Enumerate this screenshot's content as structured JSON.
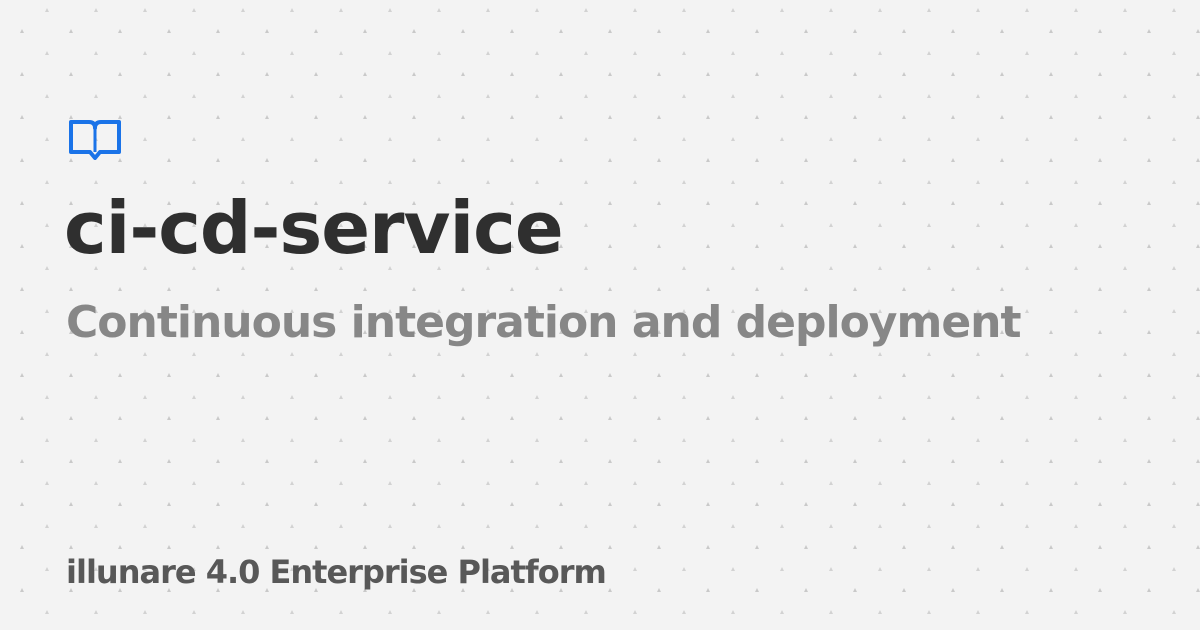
{
  "card": {
    "icon": "book-icon",
    "title": "ci-cd-service",
    "subtitle": "Continuous integration and deployment",
    "footer": "illunare 4.0 Enterprise Platform"
  },
  "colors": {
    "background": "#f3f3f3",
    "pattern_dot": "#c9c9c9",
    "accent": "#1a73e8",
    "title": "#2f2f2f",
    "subtitle": "#878787",
    "footer": "#585858"
  }
}
